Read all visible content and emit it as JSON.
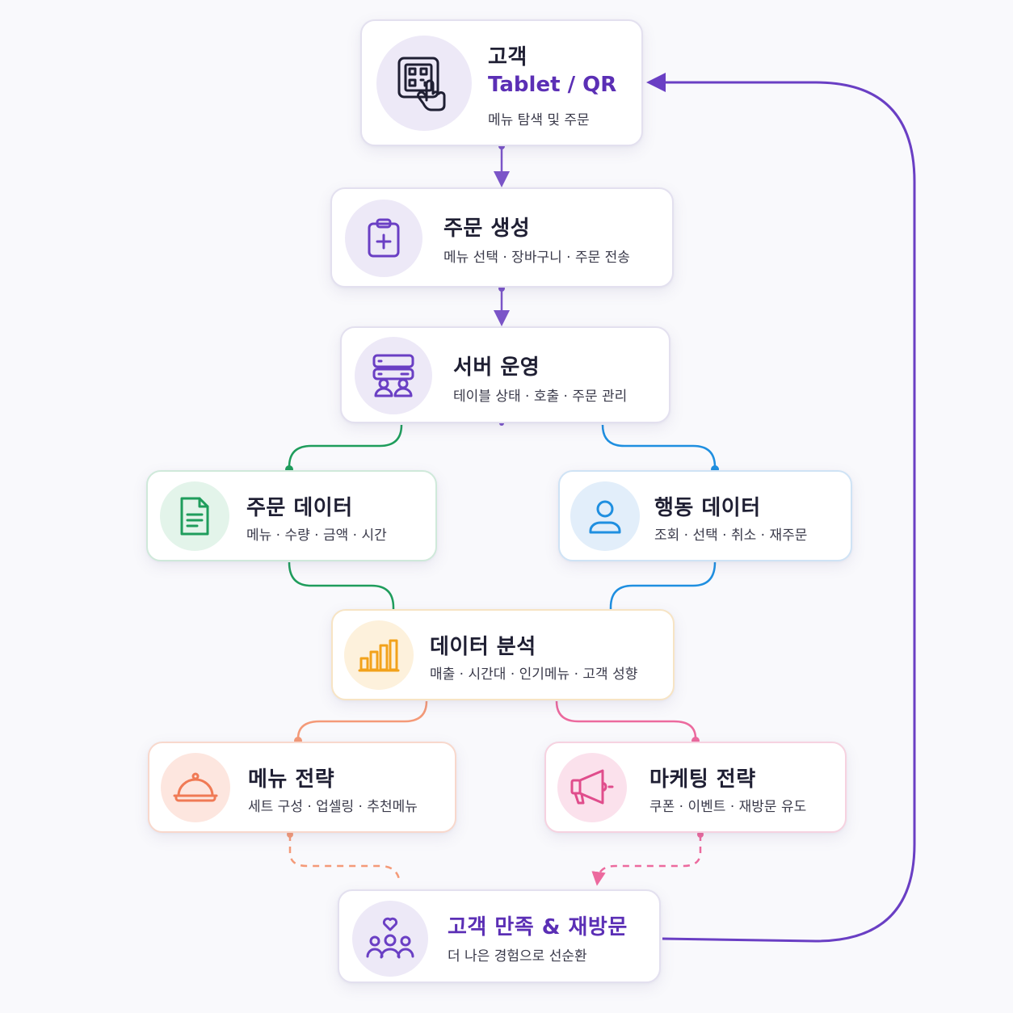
{
  "nodes": {
    "customer": {
      "title": "고객",
      "subtitle": "Tablet / QR",
      "desc": "메뉴 탐색 및 주문",
      "icon": "qr-tap-icon"
    },
    "order_create": {
      "title": "주문 생성",
      "desc": "메뉴 선택 · 장바구니 · 주문 전송",
      "icon": "clipboard-plus-icon"
    },
    "server_ops": {
      "title": "서버 운영",
      "desc": "테이블 상태 · 호출 · 주문 관리",
      "icon": "server-staff-icon"
    },
    "order_data": {
      "title": "주문 데이터",
      "desc": "메뉴 · 수량 · 금액 · 시간",
      "icon": "document-icon"
    },
    "behavior_data": {
      "title": "행동 데이터",
      "desc": "조회 · 선택 · 취소 · 재주문",
      "icon": "user-icon"
    },
    "analysis": {
      "title": "데이터 분석",
      "desc": "매출 · 시간대 · 인기메뉴 · 고객 성향",
      "icon": "bar-chart-icon"
    },
    "menu_strategy": {
      "title": "메뉴 전략",
      "desc": "세트 구성 · 업셀링 · 추천메뉴",
      "icon": "cloche-icon"
    },
    "marketing_strategy": {
      "title": "마케팅 전략",
      "desc": "쿠폰 · 이벤트 · 재방문 유도",
      "icon": "megaphone-icon"
    },
    "satisfaction": {
      "title": "고객 만족 & 재방문",
      "desc": "더 나은 경험으로 선순환",
      "icon": "people-heart-icon"
    }
  },
  "colors": {
    "purple": "#7b55c8",
    "green": "#1f9d5c",
    "blue": "#1f8fe0",
    "orange": "#f49a78",
    "pink": "#ec6a9e",
    "loop": "#6a3fc4"
  }
}
